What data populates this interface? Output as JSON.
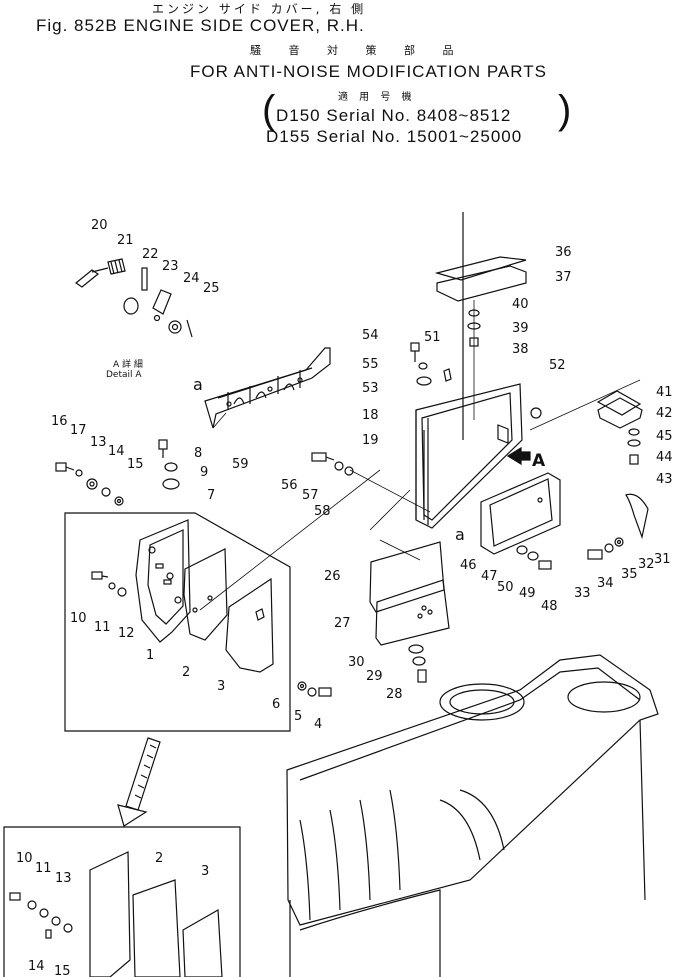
{
  "header": {
    "katakana_title": "エンジン サイド カバー, 右 側",
    "figure_title": "Fig. 852B  ENGINE SIDE COVER, R.H.",
    "kanji_subtitle": "騒 音 対 策 部 品",
    "subtitle": "FOR ANTI-NOISE MODIFICATION PARTS",
    "applicable_label": "適 用 号 機",
    "serial_lines": [
      "D150 Serial No. 8408~8512",
      "D155 Serial No. 15001~25000"
    ],
    "paren_open": "(",
    "paren_close": ")"
  },
  "annotations": {
    "detail_japanese": "A 詳 細",
    "detail_english": "Detail A",
    "ref_a_left": "a",
    "ref_a_right": "a",
    "view_A": "A"
  },
  "part_callouts": [
    "1",
    "2",
    "3",
    "4",
    "5",
    "6",
    "7",
    "8",
    "9",
    "10",
    "11",
    "12",
    "13",
    "14",
    "15",
    "16",
    "17",
    "19",
    "18",
    "20",
    "21",
    "22",
    "23",
    "24",
    "25",
    "26",
    "27",
    "28",
    "29",
    "30",
    "31",
    "32",
    "33",
    "34",
    "35",
    "36",
    "37",
    "38",
    "39",
    "40",
    "41",
    "42",
    "43",
    "44",
    "45",
    "46",
    "47",
    "48",
    "49",
    "50",
    "51",
    "52",
    "53",
    "54",
    "55",
    "56",
    "57",
    "58",
    "59"
  ],
  "inset_callouts": [
    "10",
    "11",
    "13",
    "14",
    "15",
    "2",
    "3"
  ]
}
